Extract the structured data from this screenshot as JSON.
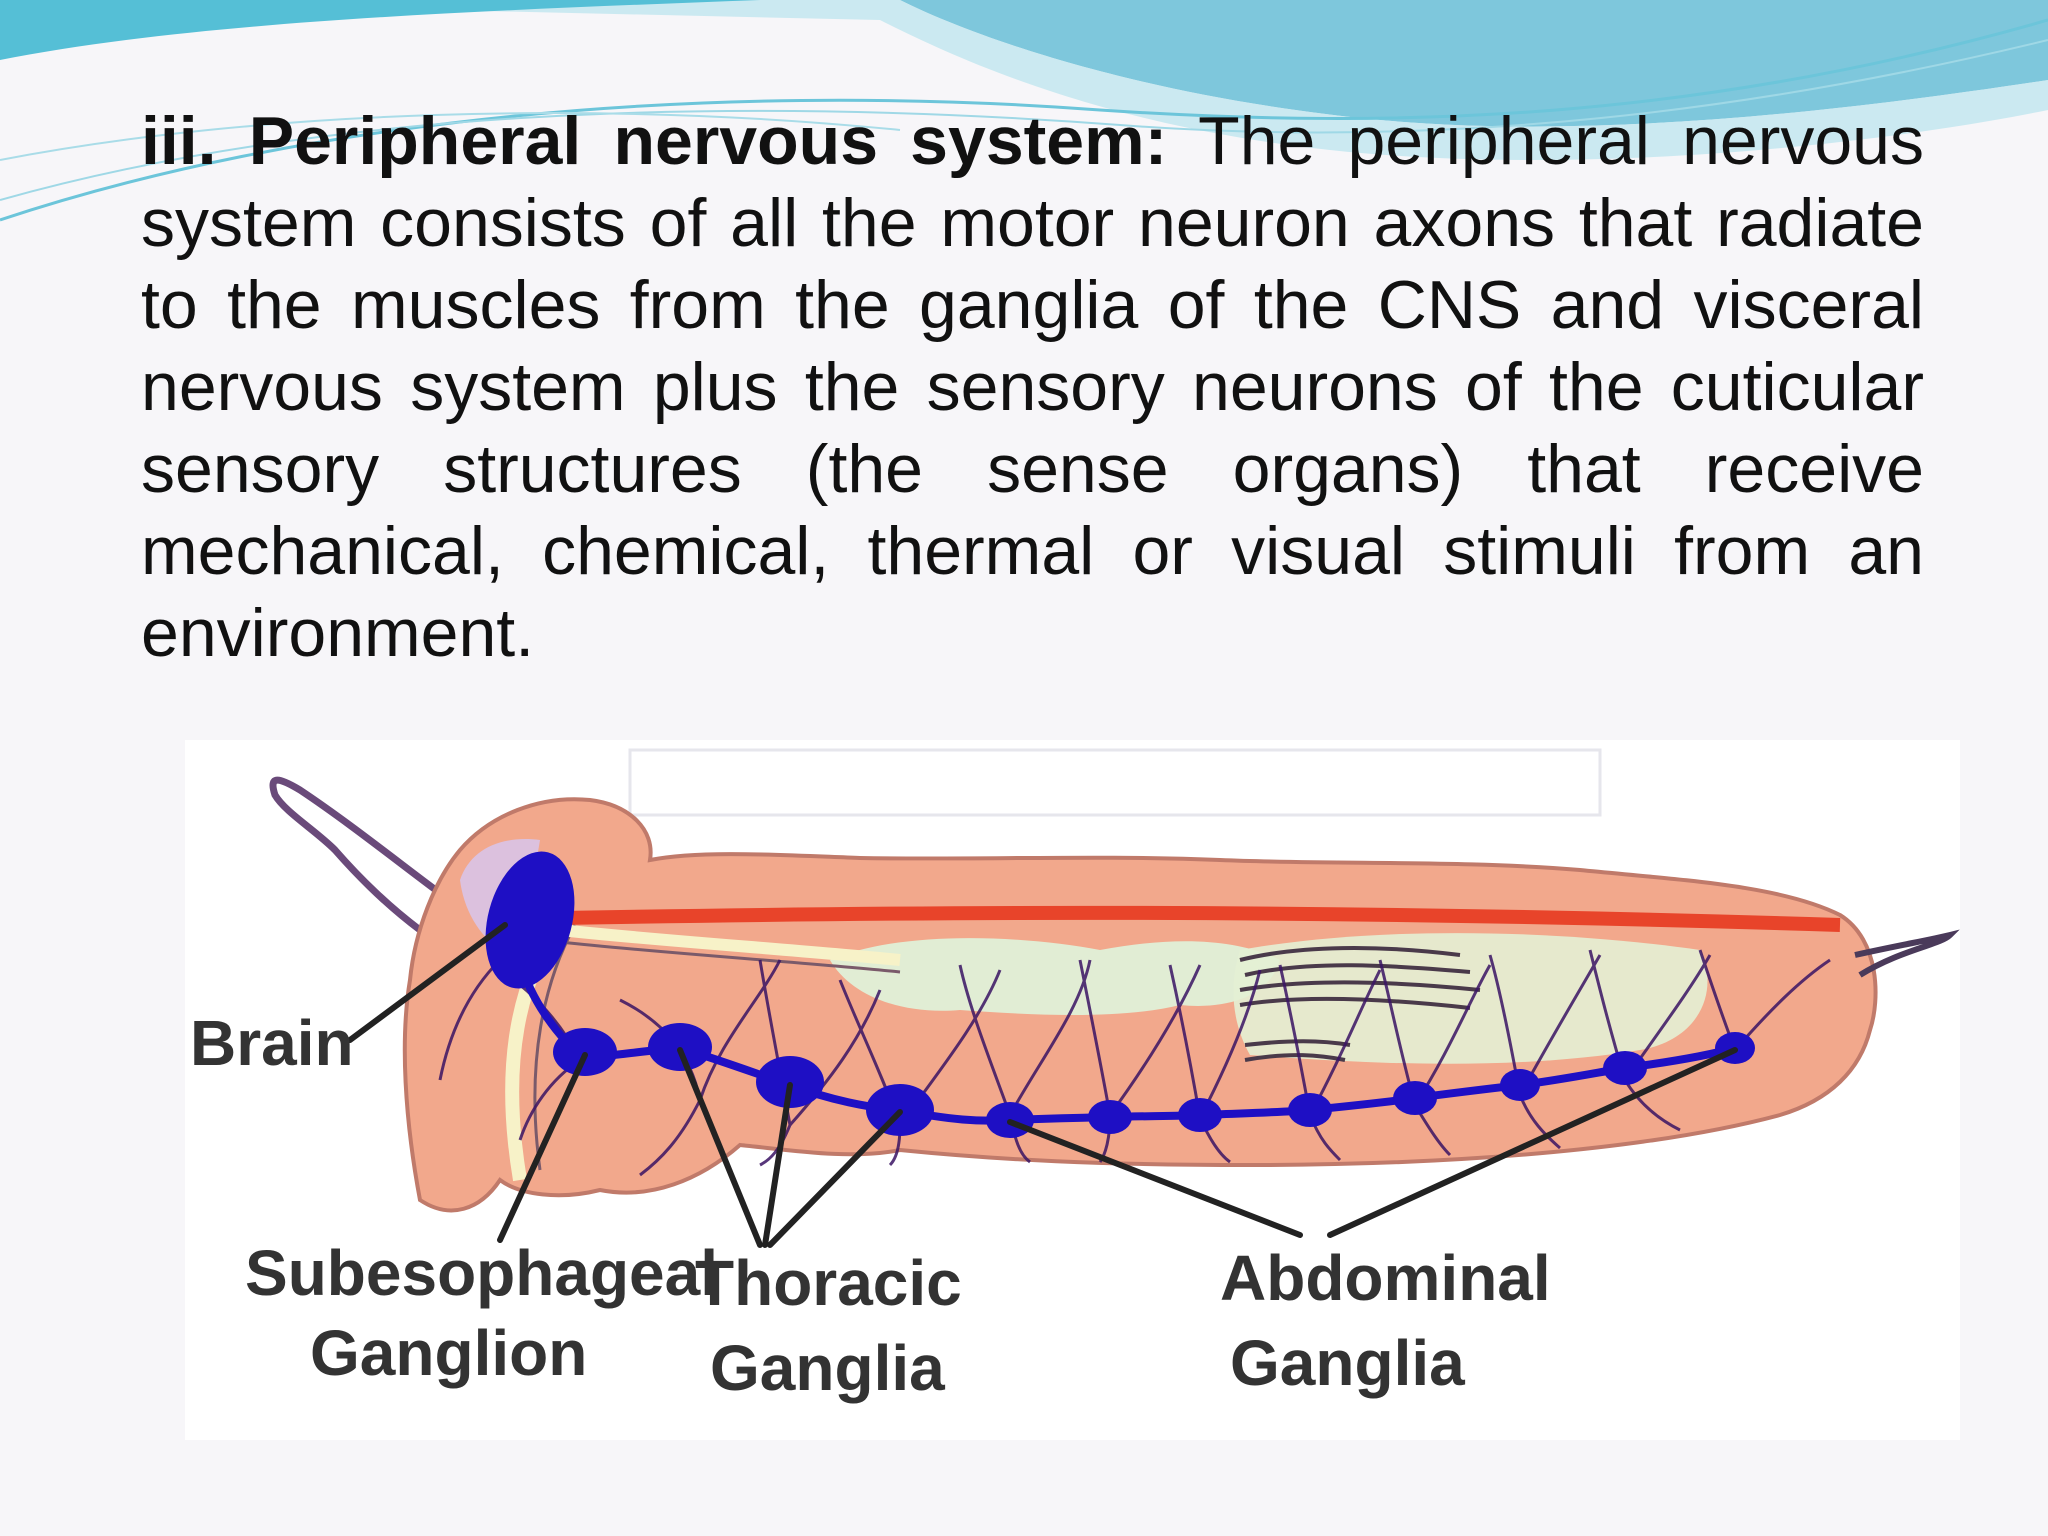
{
  "slide": {
    "heading": "iii. Peripheral nervous system:",
    "body": " The peripheral nervous system consists of all the motor neuron axons that radiate to the muscles from the ganglia of the CNS and visceral nervous system plus the sensory neurons of the cuticular sensory structures (the sense organs) that receive mechanical, chemical, thermal or visual stimuli from an environment."
  },
  "diagram": {
    "labels": {
      "brain": "Brain",
      "subesophageal": [
        "Subesophageal",
        "Ganglion"
      ],
      "thoracic": [
        "Thoracic",
        "Ganglia"
      ],
      "abdominal": [
        "Abdominal",
        "Ganglia"
      ]
    }
  },
  "colors": {
    "body": "#f2a88c",
    "ganglia": "#1e0fc4",
    "tracheae": "#3a1464",
    "dorsal_vessel": "#e8442a",
    "gut": "#dff0d8",
    "wave": "#4fc1d8"
  }
}
